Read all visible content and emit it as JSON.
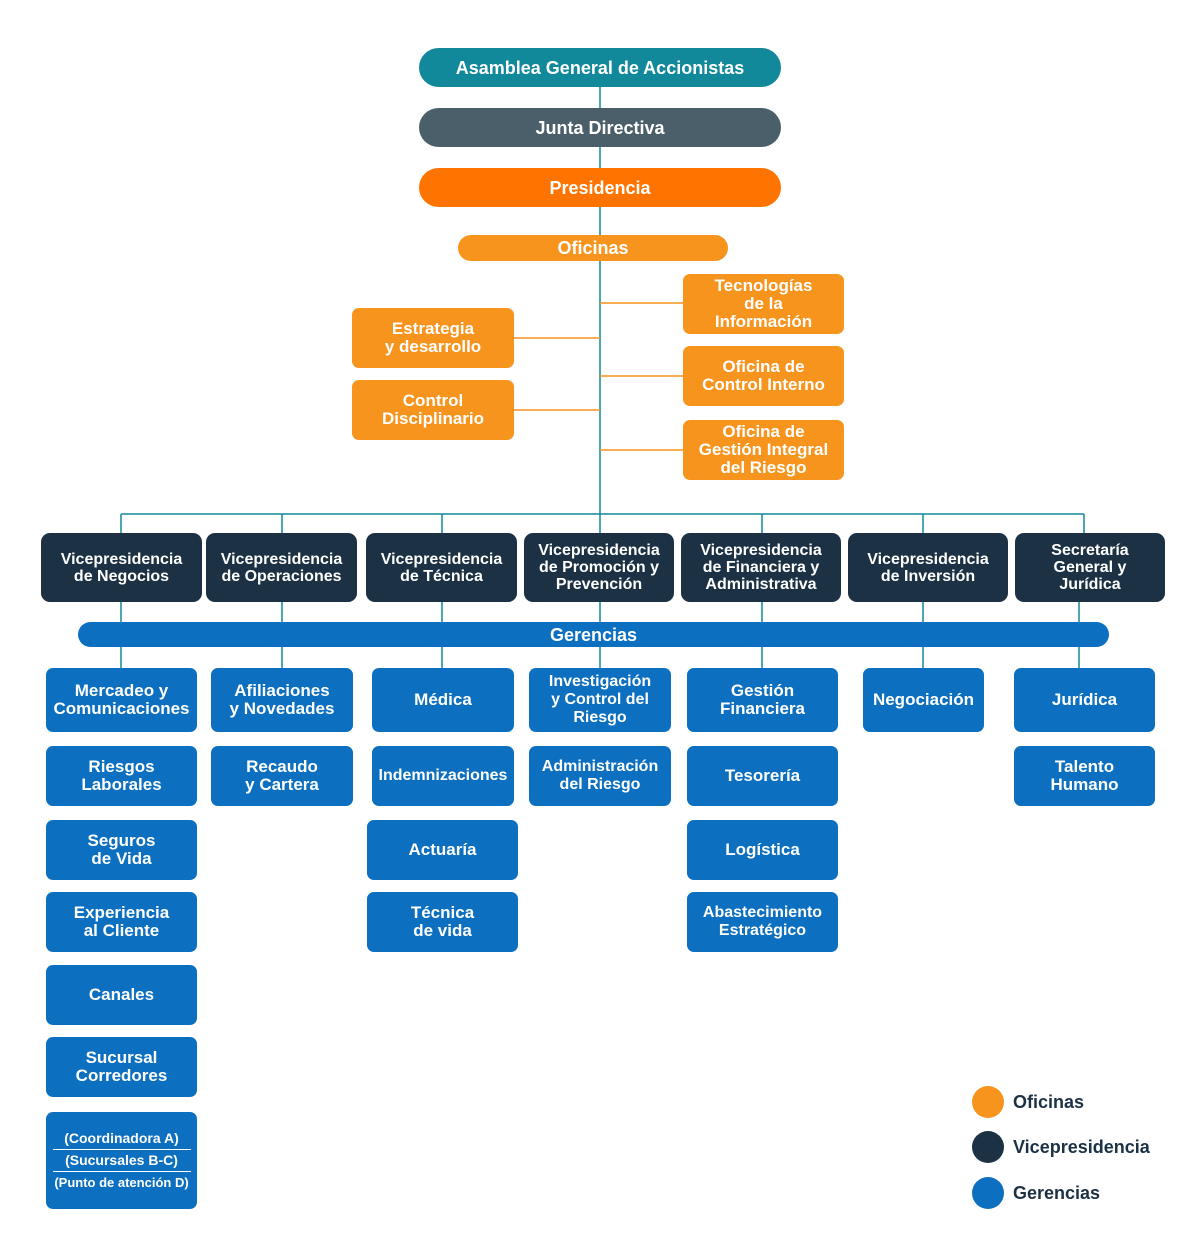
{
  "top": {
    "asamblea": "Asamblea General de Accionistas",
    "junta": "Junta Directiva",
    "presidencia": "Presidencia",
    "oficinas": "Oficinas"
  },
  "oficinas_left": [
    "Estrategia\ny desarrollo",
    "Control\nDisciplinario"
  ],
  "oficinas_right": [
    "Tecnologías\nde la\nInformación",
    "Oficina de\nControl Interno",
    "Oficina de\nGestión Integral\ndel Riesgo"
  ],
  "vicepresidencias": [
    "Vicepresidencia\nde Negocios",
    "Vicepresidencia\nde Operaciones",
    "Vicepresidencia\nde Técnica",
    "Vicepresidencia\nde Promoción y\nPrevención",
    "Vicepresidencia\nde Financiera y\nAdministrativa",
    "Vicepresidencia\nde Inversión",
    "Secretaría\nGeneral y\nJurídica"
  ],
  "gerencias_bar": "Gerencias",
  "gerencias": {
    "negocios": [
      "Mercadeo y\nComunicaciones",
      "Riesgos\nLaborales",
      "Seguros\nde Vida",
      "Experiencia\nal Cliente",
      "Canales",
      "Sucursal\nCorredores"
    ],
    "negocios_multi": [
      "(Coordinadora A)",
      "(Sucursales B-C)",
      "(Punto de atención D)"
    ],
    "operaciones": [
      "Afiliaciones\ny Novedades",
      "Recaudo\ny Cartera"
    ],
    "tecnica": [
      "Médica",
      "Indemnizaciones",
      "Actuaría",
      "Técnica\nde vida"
    ],
    "promocion": [
      "Investigación\ny Control del\nRiesgo",
      "Administración\ndel Riesgo"
    ],
    "financiera": [
      "Gestión\nFinanciera",
      "Tesorería",
      "Logística",
      "Abastecimiento\nEstratégico"
    ],
    "inversion": [
      "Negociación"
    ],
    "secretaria": [
      "Jurídica",
      "Talento\nHumano"
    ]
  },
  "legend": [
    "Oficinas",
    "Vicepresidencia",
    "Gerencias"
  ],
  "colors": {
    "oficinas": "#f7941d",
    "vicepresidencia": "#1c3144",
    "gerencias": "#0c6fbf",
    "asamblea": "#11899a",
    "junta": "#4b5f6b",
    "presidencia": "#ff7300",
    "connector": "#11899a"
  }
}
